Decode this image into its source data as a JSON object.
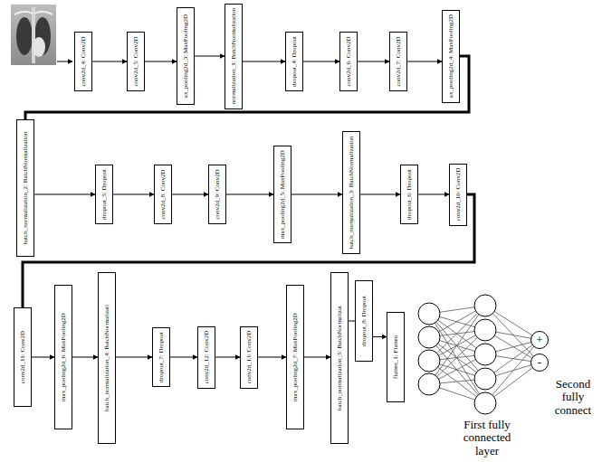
{
  "diagram": {
    "nodes": [
      {
        "text": [
          "conv2d_4: Conv2D"
        ]
      },
      {
        "text": [
          "conv2d_5: Conv2D"
        ]
      },
      {
        "text": [
          "ax_pooling2d_3: MaxPooling2D"
        ]
      },
      {
        "text": [
          "normalization_1: BatchNormalization"
        ]
      },
      {
        "text": [
          "dropout_4: Dropout"
        ]
      },
      {
        "text": [
          "conv2d_6: Conv2D"
        ]
      },
      {
        "text": [
          "conv2d_7: Conv2D"
        ]
      },
      {
        "text": [
          "ax_pooling2d_4: MaxPooling2D"
        ]
      },
      {
        "text": [
          "batch_normalization_2: BatchNormalization"
        ]
      },
      {
        "text": [
          "dropout_5: Dropout"
        ]
      },
      {
        "text": [
          "conv2d_8: Conv2D"
        ]
      },
      {
        "text": [
          "conv2d_9: Conv2D"
        ]
      },
      {
        "text": [
          "max_pooling2d_5: MaxPooling2D"
        ]
      },
      {
        "text": [
          "batch_normalization_3: BatchNormalization"
        ]
      },
      {
        "text": [
          "dropout_6: Dropout"
        ]
      },
      {
        "text": [
          "conv2d_10: Conv2D"
        ]
      },
      {
        "text": [
          "conv2d_11: Conv2D"
        ]
      },
      {
        "text": [
          "max_pooling2d_6: MaxPooling2D"
        ]
      },
      {
        "text": [
          "batch_normalization_4: BatchNormalizati"
        ]
      },
      {
        "text": [
          "dropout_7: Dropout"
        ]
      },
      {
        "text": [
          "conv2d_12: Conv2D"
        ]
      },
      {
        "text": [
          "conv2d_13: Conv2D"
        ]
      },
      {
        "text": [
          "max_pooling2d_7: MaxPooling2D"
        ]
      },
      {
        "text": [
          "batch_normalization_5: BatchNormalizat"
        ]
      },
      {
        "text": [
          "dropout_8: Dropout"
        ]
      },
      {
        "text": [
          "flatten_1: Flatten"
        ]
      },
      {
        "text": [
          "+"
        ]
      },
      {
        "text": [
          "-"
        ]
      }
    ],
    "edges": [
      {
        "from": 0,
        "to": 1,
        "arrow": "to"
      },
      {
        "from": 1,
        "to": 2,
        "arrow": "to"
      },
      {
        "from": 2,
        "to": 3,
        "arrow": "to"
      },
      {
        "from": 3,
        "to": 4,
        "arrow": "to"
      },
      {
        "from": 4,
        "to": 5,
        "arrow": "to"
      },
      {
        "from": 5,
        "to": 6,
        "arrow": "to"
      },
      {
        "from": 6,
        "to": 7,
        "arrow": "to"
      },
      {
        "from": 7,
        "to": 8,
        "arrow": "none"
      },
      {
        "from": 8,
        "to": 9,
        "arrow": "to"
      },
      {
        "from": 9,
        "to": 10,
        "arrow": "to"
      },
      {
        "from": 10,
        "to": 11,
        "arrow": "to"
      },
      {
        "from": 11,
        "to": 12,
        "arrow": "to"
      },
      {
        "from": 12,
        "to": 13,
        "arrow": "to"
      },
      {
        "from": 13,
        "to": 14,
        "arrow": "to"
      },
      {
        "from": 14,
        "to": 15,
        "arrow": "to"
      },
      {
        "from": 15,
        "to": 16,
        "arrow": "none"
      },
      {
        "from": 16,
        "to": 17,
        "arrow": "to"
      },
      {
        "from": 17,
        "to": 18,
        "arrow": "to"
      },
      {
        "from": 18,
        "to": 19,
        "arrow": "to"
      },
      {
        "from": 19,
        "to": 20,
        "arrow": "to"
      },
      {
        "from": 20,
        "to": 21,
        "arrow": "to"
      },
      {
        "from": 21,
        "to": 22,
        "arrow": "to"
      },
      {
        "from": 22,
        "to": 23,
        "arrow": "to"
      },
      {
        "from": 23,
        "to": 24,
        "arrow": "none"
      },
      {
        "from": 24,
        "to": 25,
        "arrow": "to"
      }
    ],
    "labels": [
      "First fully connected layer",
      "Second fully connect"
    ]
  }
}
